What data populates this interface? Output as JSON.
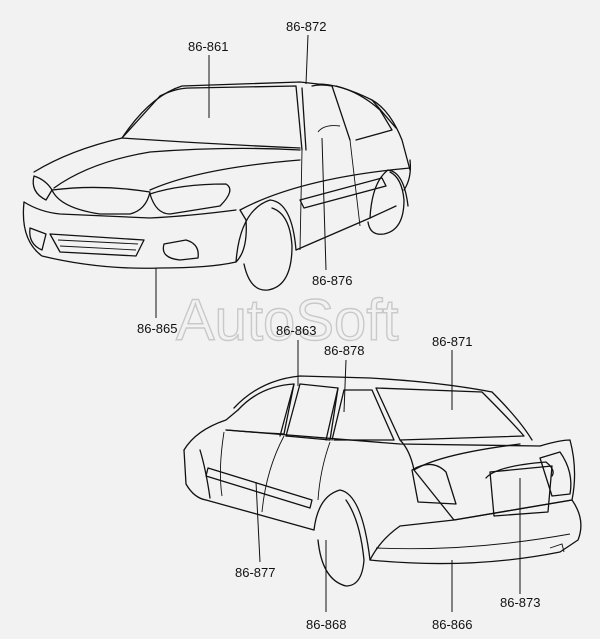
{
  "watermark": "AutoSoft",
  "callouts": {
    "c861": "86-861",
    "c872": "86-872",
    "c876": "86-876",
    "c865": "86-865",
    "c863": "86-863",
    "c878": "86-878",
    "c871": "86-871",
    "c877": "86-877",
    "c868": "86-868",
    "c866": "86-866",
    "c873": "86-873"
  }
}
